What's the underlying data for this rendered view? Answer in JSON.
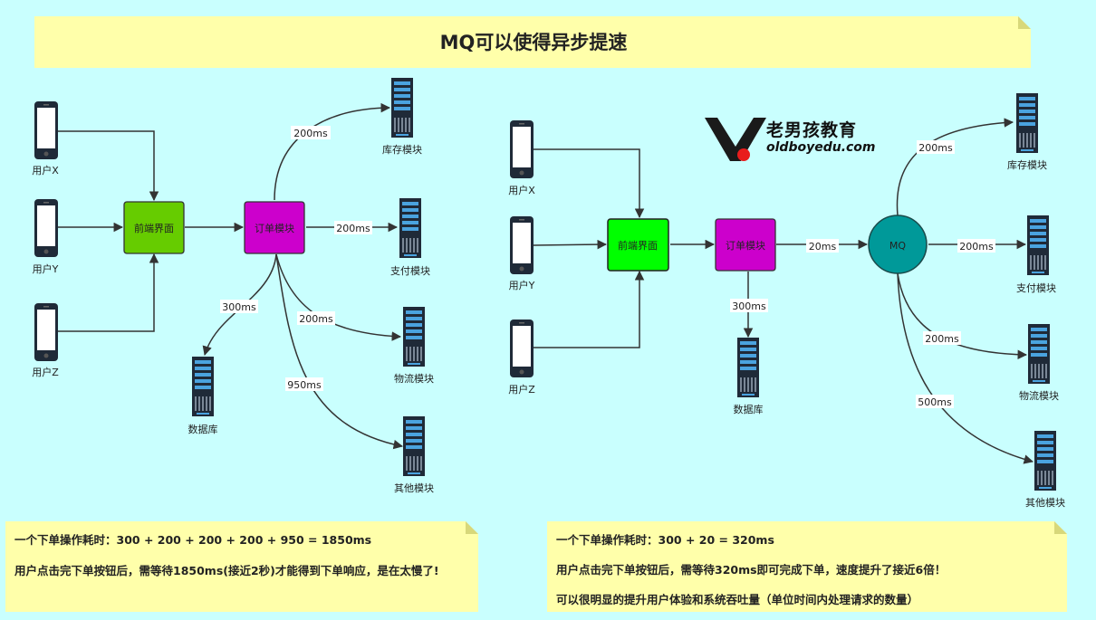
{
  "title": "MQ可以使得异步提速",
  "logo": {
    "name": "老男孩教育",
    "url": "oldboyedu.com"
  },
  "left": {
    "users": [
      "用户X",
      "用户Y",
      "用户Z"
    ],
    "frontend": "前端界面",
    "order": "订单模块",
    "modules": [
      "库存模块",
      "支付模块",
      "物流模块",
      "其他模块",
      "数据库"
    ],
    "times": {
      "inventory": "200ms",
      "payment": "200ms",
      "logistics": "200ms",
      "other": "950ms",
      "db": "300ms"
    },
    "note": [
      "一个下单操作耗时：300 + 200 + 200 + 200 + 950 = 1850ms",
      "用户点击完下单按钮后，需等待1850ms(接近2秒)才能得到下单响应，是在太慢了!"
    ]
  },
  "right": {
    "users": [
      "用户X",
      "用户Y",
      "用户Z"
    ],
    "frontend": "前端界面",
    "order": "订单模块",
    "mq": "MQ",
    "modules": [
      "库存模块",
      "支付模块",
      "物流模块",
      "其他模块",
      "数据库"
    ],
    "times": {
      "mq": "20ms",
      "inventory": "200ms",
      "payment": "200ms",
      "logistics": "200ms",
      "other": "500ms",
      "db": "300ms"
    },
    "note": [
      "一个下单操作耗时：300 + 20 = 320ms",
      "用户点击完下单按钮后，需等待320ms即可完成下单，速度提升了接近6倍！",
      "可以很明显的提升用户体验和系统吞吐量（单位时间内处理请求的数量）"
    ]
  },
  "colors": {
    "frontend_left": "#66cc00",
    "frontend_right": "#00ff00",
    "order": "#cc00cc",
    "mq": "#009999",
    "note_bg": "#ffffaa"
  }
}
